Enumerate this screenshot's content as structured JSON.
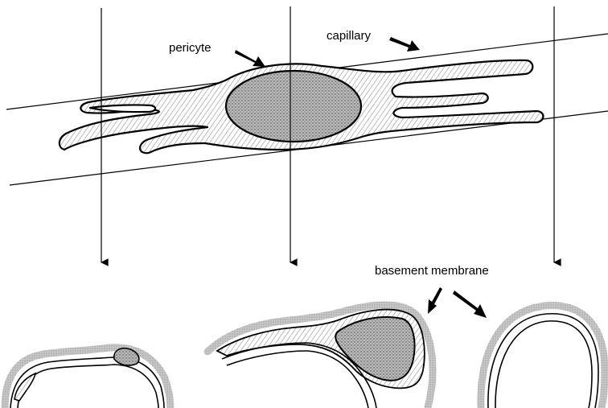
{
  "labels": {
    "pericyte": "pericyte",
    "capillary": "capillary",
    "basement_membrane": "basement membrane"
  },
  "colors": {
    "ink": "#000000",
    "background": "#ffffff",
    "cytoplasm_hatch": "#8a8a8a",
    "nucleus_stipple": "#555555",
    "membrane_grey": "#9a9a9a"
  },
  "icons": {
    "label_pointer": "filled-arrow",
    "section_line": "down-arrow"
  }
}
